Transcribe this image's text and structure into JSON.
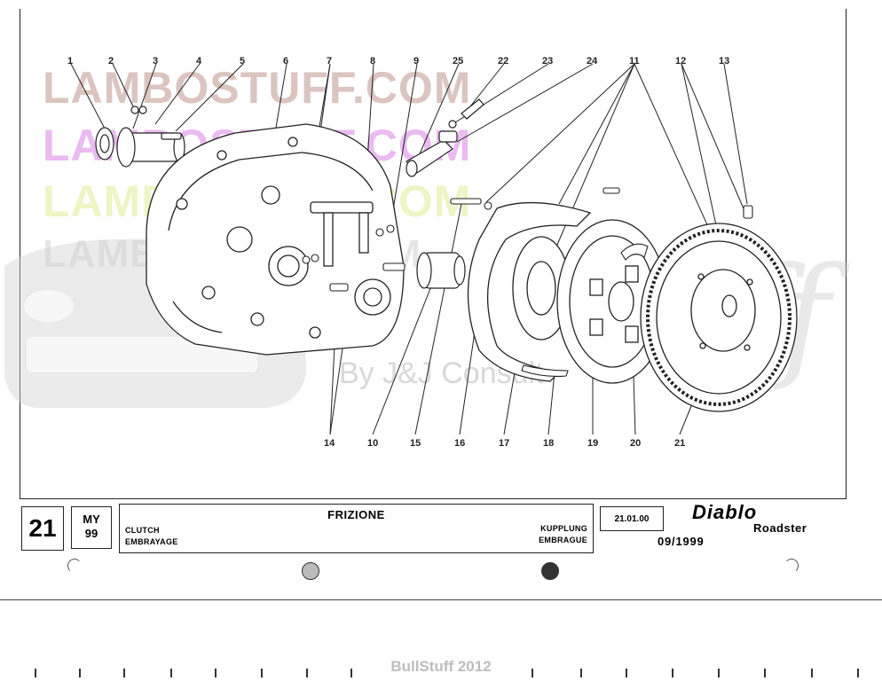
{
  "watermarks": {
    "line1": "LAMBOSTUFF.COM",
    "line2": "LAMBOSTUFF.COM",
    "line3": "LAMBOSTUFF.COM",
    "line4": "LAMBOSTUFF.COM",
    "sub": "By J&J Consult"
  },
  "callouts": [
    "1",
    "2",
    "3",
    "4",
    "5",
    "6",
    "7",
    "8",
    "9",
    "25",
    "22",
    "23",
    "24",
    "11",
    "12",
    "13",
    "14",
    "10",
    "15",
    "16",
    "17",
    "18",
    "19",
    "20",
    "21"
  ],
  "title_block": {
    "page_number": "21",
    "my_line1": "MY",
    "my_line2": "99",
    "title": "FRIZIONE",
    "left_top": "CLUTCH",
    "left_bottom": "EMBRAYAGE",
    "right_top": "KUPPLUNG",
    "right_bottom": "EMBRAGUE",
    "code": "21.01.00",
    "brand": "Diablo",
    "model": "Roadster",
    "date": "09/1999"
  },
  "footer": "BullStuff 2012"
}
